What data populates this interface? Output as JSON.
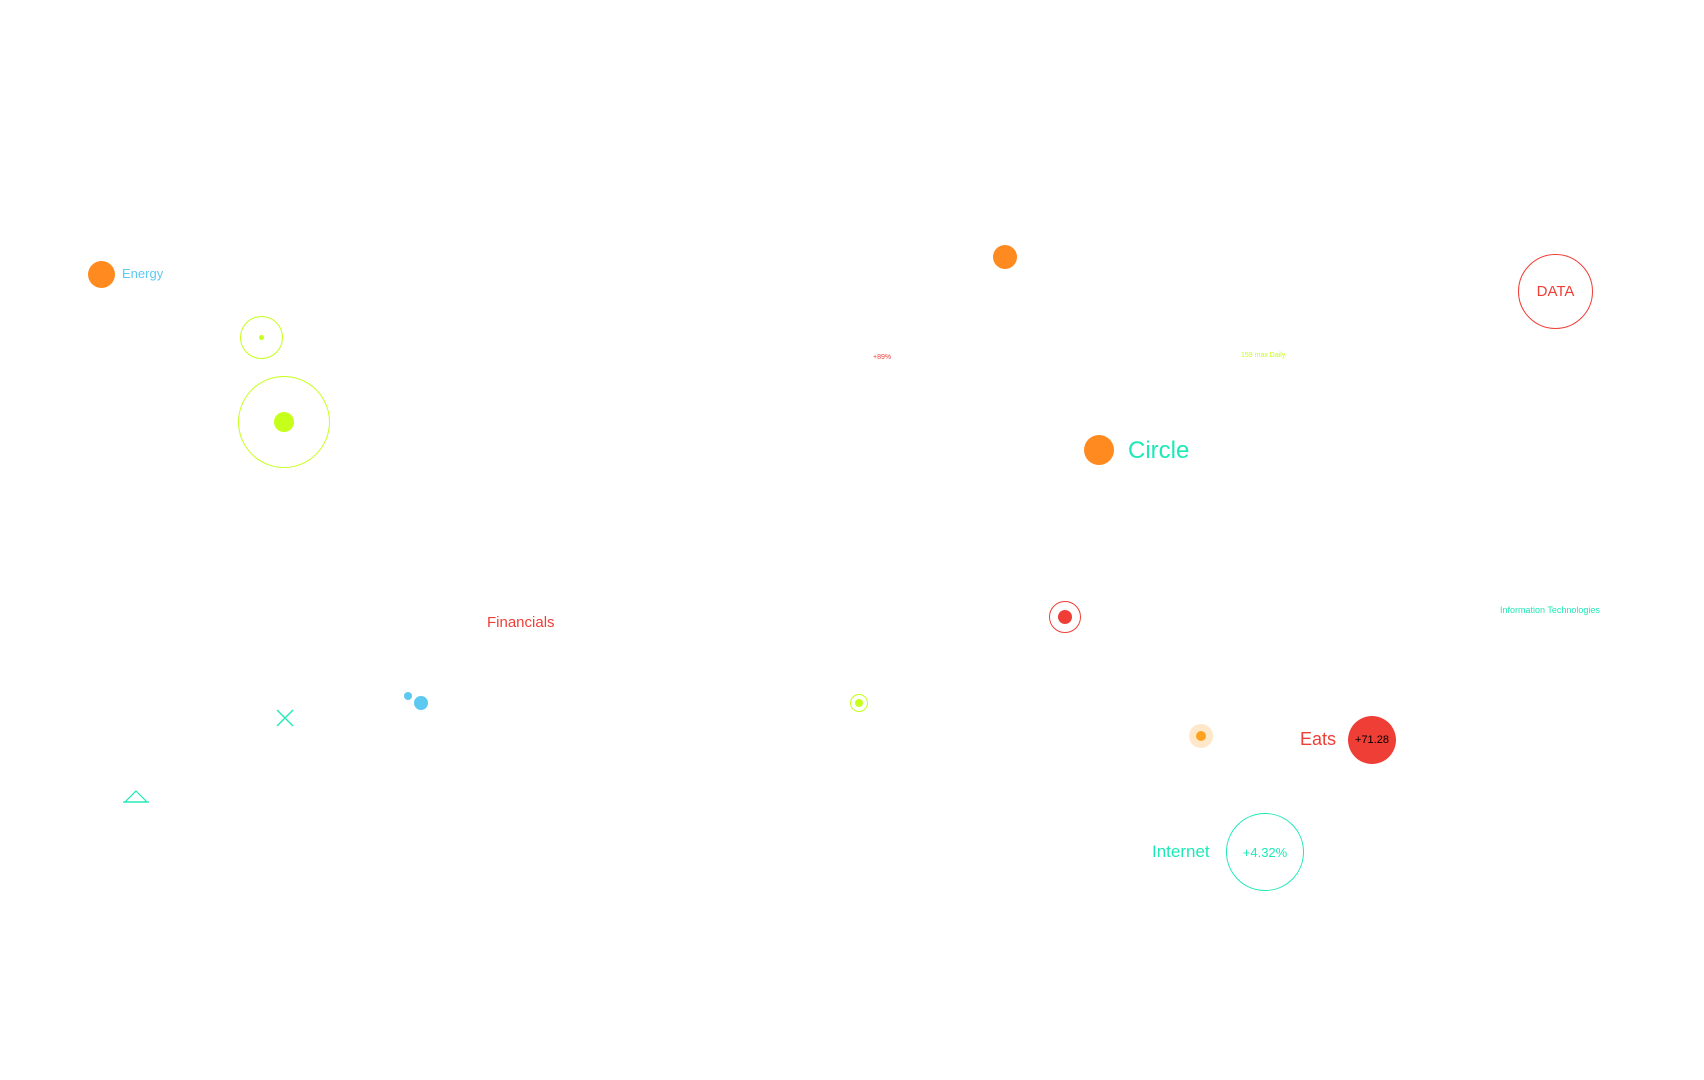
{
  "labels": {
    "energy": "Energy",
    "circle": "Circle",
    "data": "DATA",
    "financials": "Financials",
    "info_tech": "Information Technologies",
    "eats": "Eats",
    "eats_value": "+71.28",
    "internet": "Internet",
    "internet_value": "+4.32%",
    "percent_89": "+89%",
    "daily": "159 max Daily"
  },
  "colors": {
    "orange": "#ff8a1f",
    "cyan_blue": "#5cc9f0",
    "lime": "#c6ff1a",
    "mint": "#1de9b6",
    "red": "#ef3e36",
    "black": "#000000"
  },
  "icons": {
    "cross": "cross-icon",
    "triangle": "triangle-icon"
  }
}
